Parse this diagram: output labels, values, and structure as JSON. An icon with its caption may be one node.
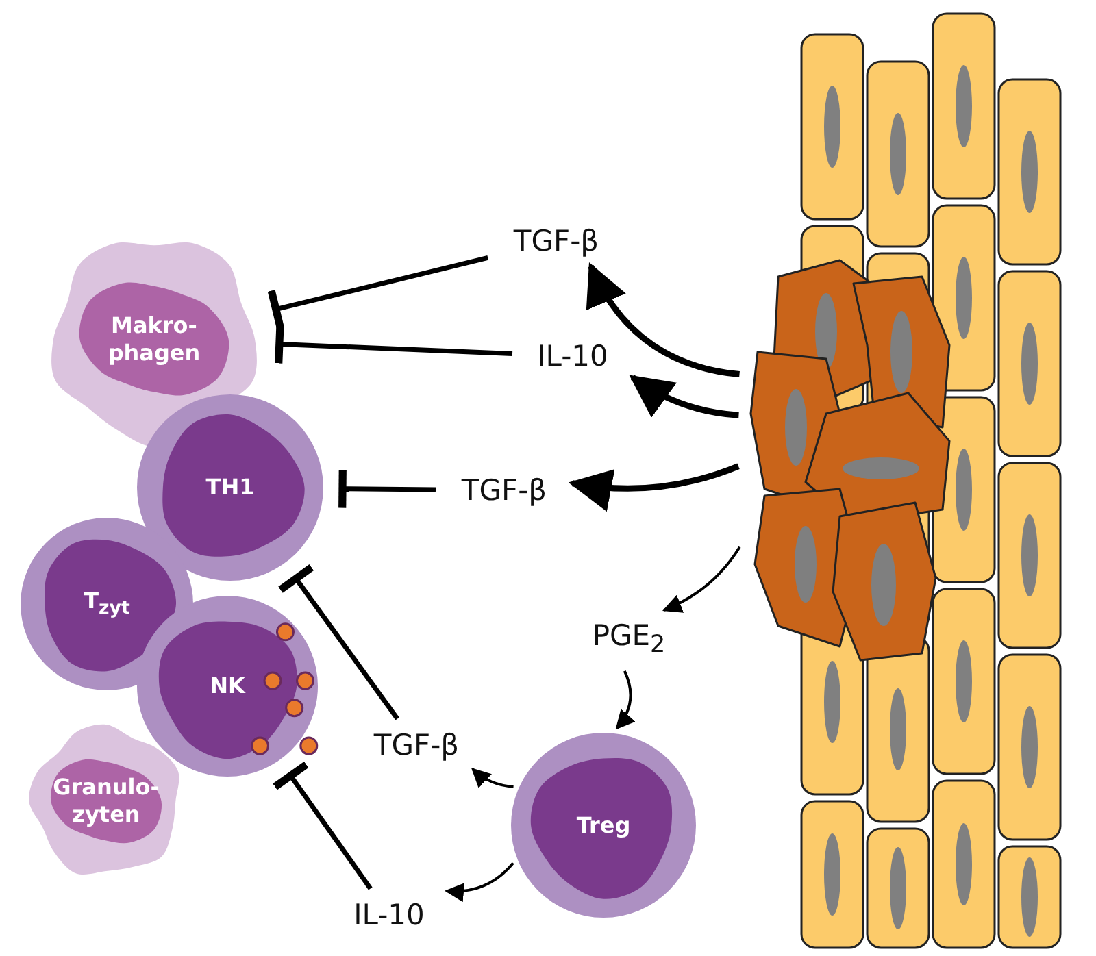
{
  "diagram": {
    "nodes": [
      {
        "text": [
          "Makro- phagen"
        ]
      },
      {
        "text": [
          "TH1"
        ]
      },
      {
        "text": [
          "T$_{zyt}$"
        ]
      },
      {
        "text": [
          "NK"
        ]
      },
      {
        "text": [
          "Granulo- zyten"
        ]
      },
      {
        "text": [
          "TGF-β"
        ]
      },
      {
        "text": [
          "IL-10"
        ]
      },
      {
        "text": [
          "TGF-β"
        ]
      },
      {
        "text": [],
        "shape": "picture"
      },
      {
        "text": [
          "PGE$_{2}$"
        ]
      },
      {
        "text": [
          "Treg"
        ]
      },
      {
        "text": [
          "TGF-β"
        ]
      },
      {
        "text": [
          "IL-10"
        ]
      }
    ],
    "edges": [
      {
        "from": 8,
        "to": 5,
        "arrow": "to"
      },
      {
        "from": 8,
        "to": 6,
        "arrow": "to"
      },
      {
        "from": 8,
        "to": 7,
        "arrow": "to"
      },
      {
        "from": 8,
        "to": 9,
        "arrow": "to"
      },
      {
        "from": 9,
        "to": 10,
        "arrow": "to"
      },
      {
        "from": 10,
        "to": 11,
        "arrow": "to"
      },
      {
        "from": 10,
        "to": 12,
        "arrow": "to"
      },
      {
        "from": 5,
        "to": 0,
        "arrow": "other"
      },
      {
        "from": 6,
        "to": 0,
        "arrow": "other"
      },
      {
        "from": 7,
        "to": 1,
        "arrow": "other"
      },
      {
        "from": 11,
        "to": 1,
        "arrow": "other"
      },
      {
        "from": 12,
        "to": 3,
        "arrow": "other"
      }
    ]
  }
}
